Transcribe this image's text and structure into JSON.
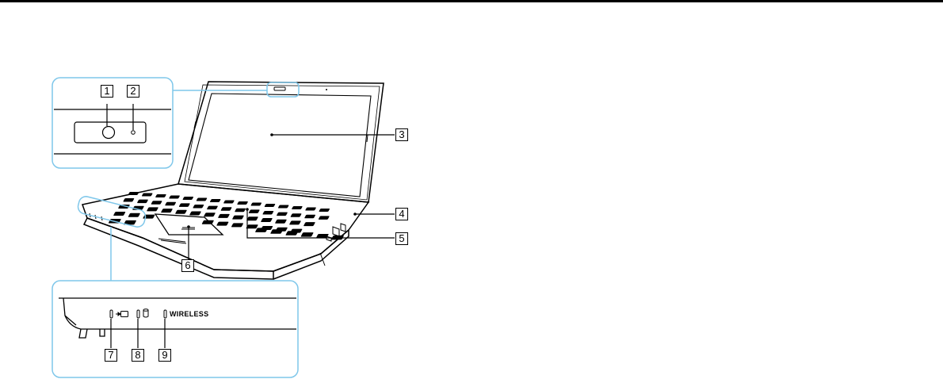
{
  "callouts": [
    {
      "id": "1"
    },
    {
      "id": "2"
    },
    {
      "id": "3"
    },
    {
      "id": "4"
    },
    {
      "id": "5"
    },
    {
      "id": "6"
    },
    {
      "id": "7"
    },
    {
      "id": "8"
    },
    {
      "id": "9"
    }
  ],
  "indicator_labels": {
    "wireless": "WIRELESS"
  },
  "icons": [
    "camera-lens-icon",
    "camera-indicator-icon",
    "charge-indicator-icon",
    "disk-drive-indicator-icon",
    "wireless-indicator-icon"
  ]
}
